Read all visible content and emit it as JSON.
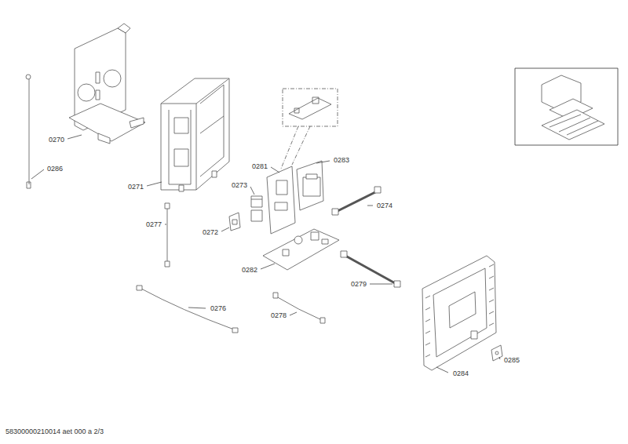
{
  "diagram": {
    "caption": "58300000210014 aet 000 a 2/3",
    "labels": [
      "0270",
      "0286",
      "0271",
      "0281",
      "0283",
      "0273",
      "0274",
      "0277",
      "0272",
      "0282",
      "0279",
      "0276",
      "0278",
      "0284",
      "0285"
    ]
  }
}
